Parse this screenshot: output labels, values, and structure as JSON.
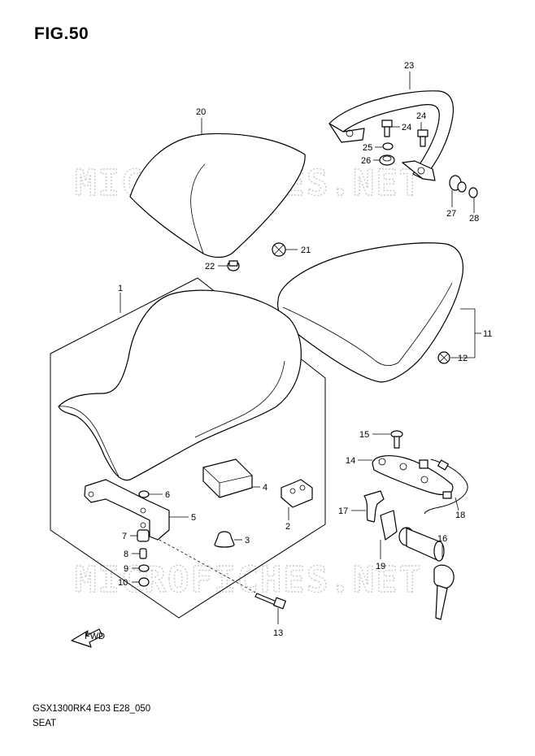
{
  "header": {
    "figure": "FIG.50"
  },
  "footer": {
    "model_code": "GSX1300RK4 E03 E28_050",
    "section": "SEAT"
  },
  "watermark": "MICROFICHES.NET",
  "fwd_label": "FWD",
  "callouts": {
    "p1": "1",
    "p2": "2",
    "p3": "3",
    "p4": "4",
    "p5": "5",
    "p6": "6",
    "p7": "7",
    "p8": "8",
    "p9": "9",
    "p10": "10",
    "p11": "11",
    "p12": "12",
    "p13": "13",
    "p14": "14",
    "p15": "15",
    "p16": "16",
    "p17": "17",
    "p18": "18",
    "p19": "19",
    "p20": "20",
    "p21": "21",
    "p22": "22",
    "p23": "23",
    "p24a": "24",
    "p24b": "24",
    "p25": "25",
    "p26": "26",
    "p27": "27",
    "p28": "28"
  }
}
